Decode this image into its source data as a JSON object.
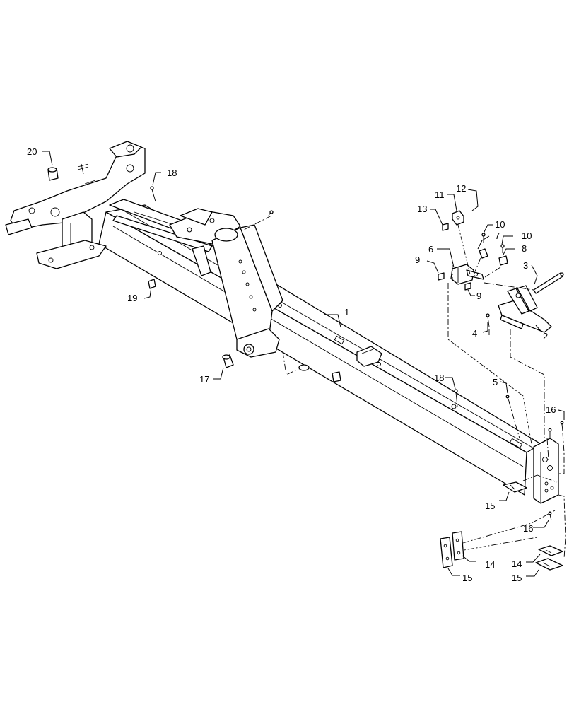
{
  "callouts": [
    {
      "id": "c1",
      "label": "1"
    },
    {
      "id": "c2",
      "label": "2"
    },
    {
      "id": "c3",
      "label": "3"
    },
    {
      "id": "c4",
      "label": "4"
    },
    {
      "id": "c5",
      "label": "5"
    },
    {
      "id": "c6",
      "label": "6"
    },
    {
      "id": "c7",
      "label": "7"
    },
    {
      "id": "c8",
      "label": "8"
    },
    {
      "id": "c9a",
      "label": "9"
    },
    {
      "id": "c9b",
      "label": "9"
    },
    {
      "id": "c10a",
      "label": "10"
    },
    {
      "id": "c10b",
      "label": "10"
    },
    {
      "id": "c11",
      "label": "11"
    },
    {
      "id": "c12",
      "label": "12"
    },
    {
      "id": "c13",
      "label": "13"
    },
    {
      "id": "c14a",
      "label": "14"
    },
    {
      "id": "c14b",
      "label": "14"
    },
    {
      "id": "c15a",
      "label": "15"
    },
    {
      "id": "c15b",
      "label": "15"
    },
    {
      "id": "c15c",
      "label": "15"
    },
    {
      "id": "c16a",
      "label": "16"
    },
    {
      "id": "c16b",
      "label": "16"
    },
    {
      "id": "c17",
      "label": "17"
    },
    {
      "id": "c18a",
      "label": "18"
    },
    {
      "id": "c18b",
      "label": "18"
    },
    {
      "id": "c19",
      "label": "19"
    },
    {
      "id": "c20",
      "label": "20"
    }
  ]
}
